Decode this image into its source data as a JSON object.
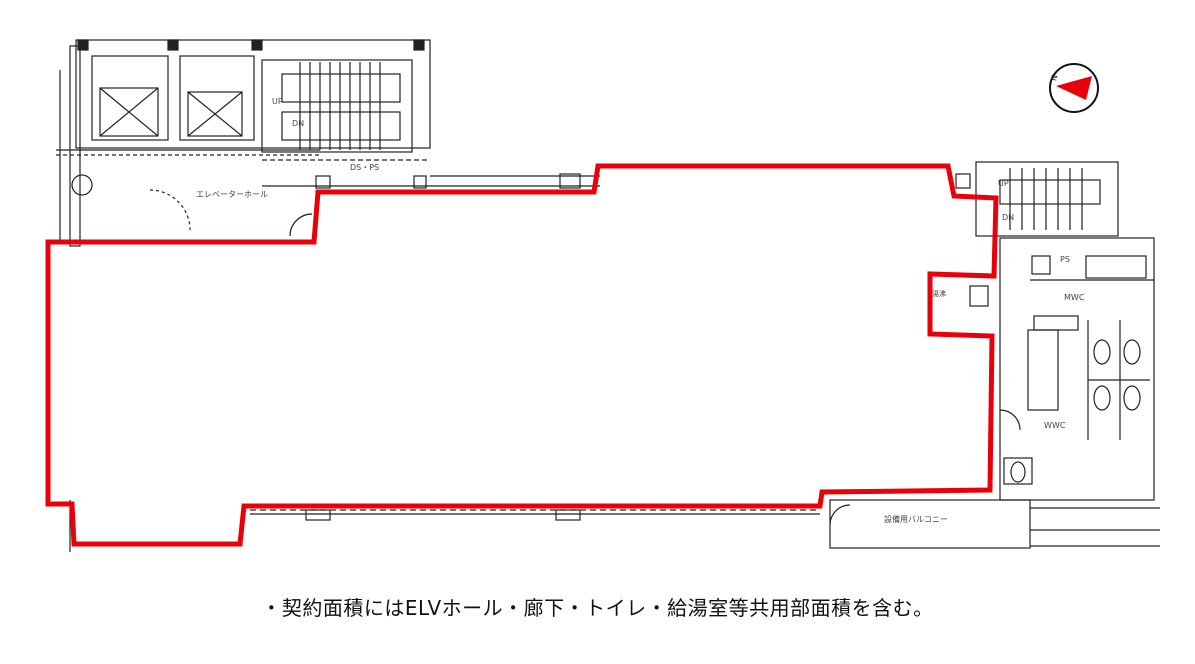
{
  "colors": {
    "lease_outline": "#e8000b",
    "line": "#222222",
    "compass_arrow": "#e8000b"
  },
  "labels": {
    "elevator_hall": "エレベーターホール",
    "ds_ps": "DS・PS",
    "ps": "PS",
    "mwc": "MWC",
    "wwc": "WWC",
    "balcony": "設備用バルコニー",
    "up": "UP",
    "dn": "DN",
    "compass_n": "N",
    "room": "湯沸"
  },
  "icons": {
    "compass": "north-arrow-icon"
  },
  "note": "・契約面積にはELVホール・廊下・トイレ・給湯室等共用部面積を含む。"
}
